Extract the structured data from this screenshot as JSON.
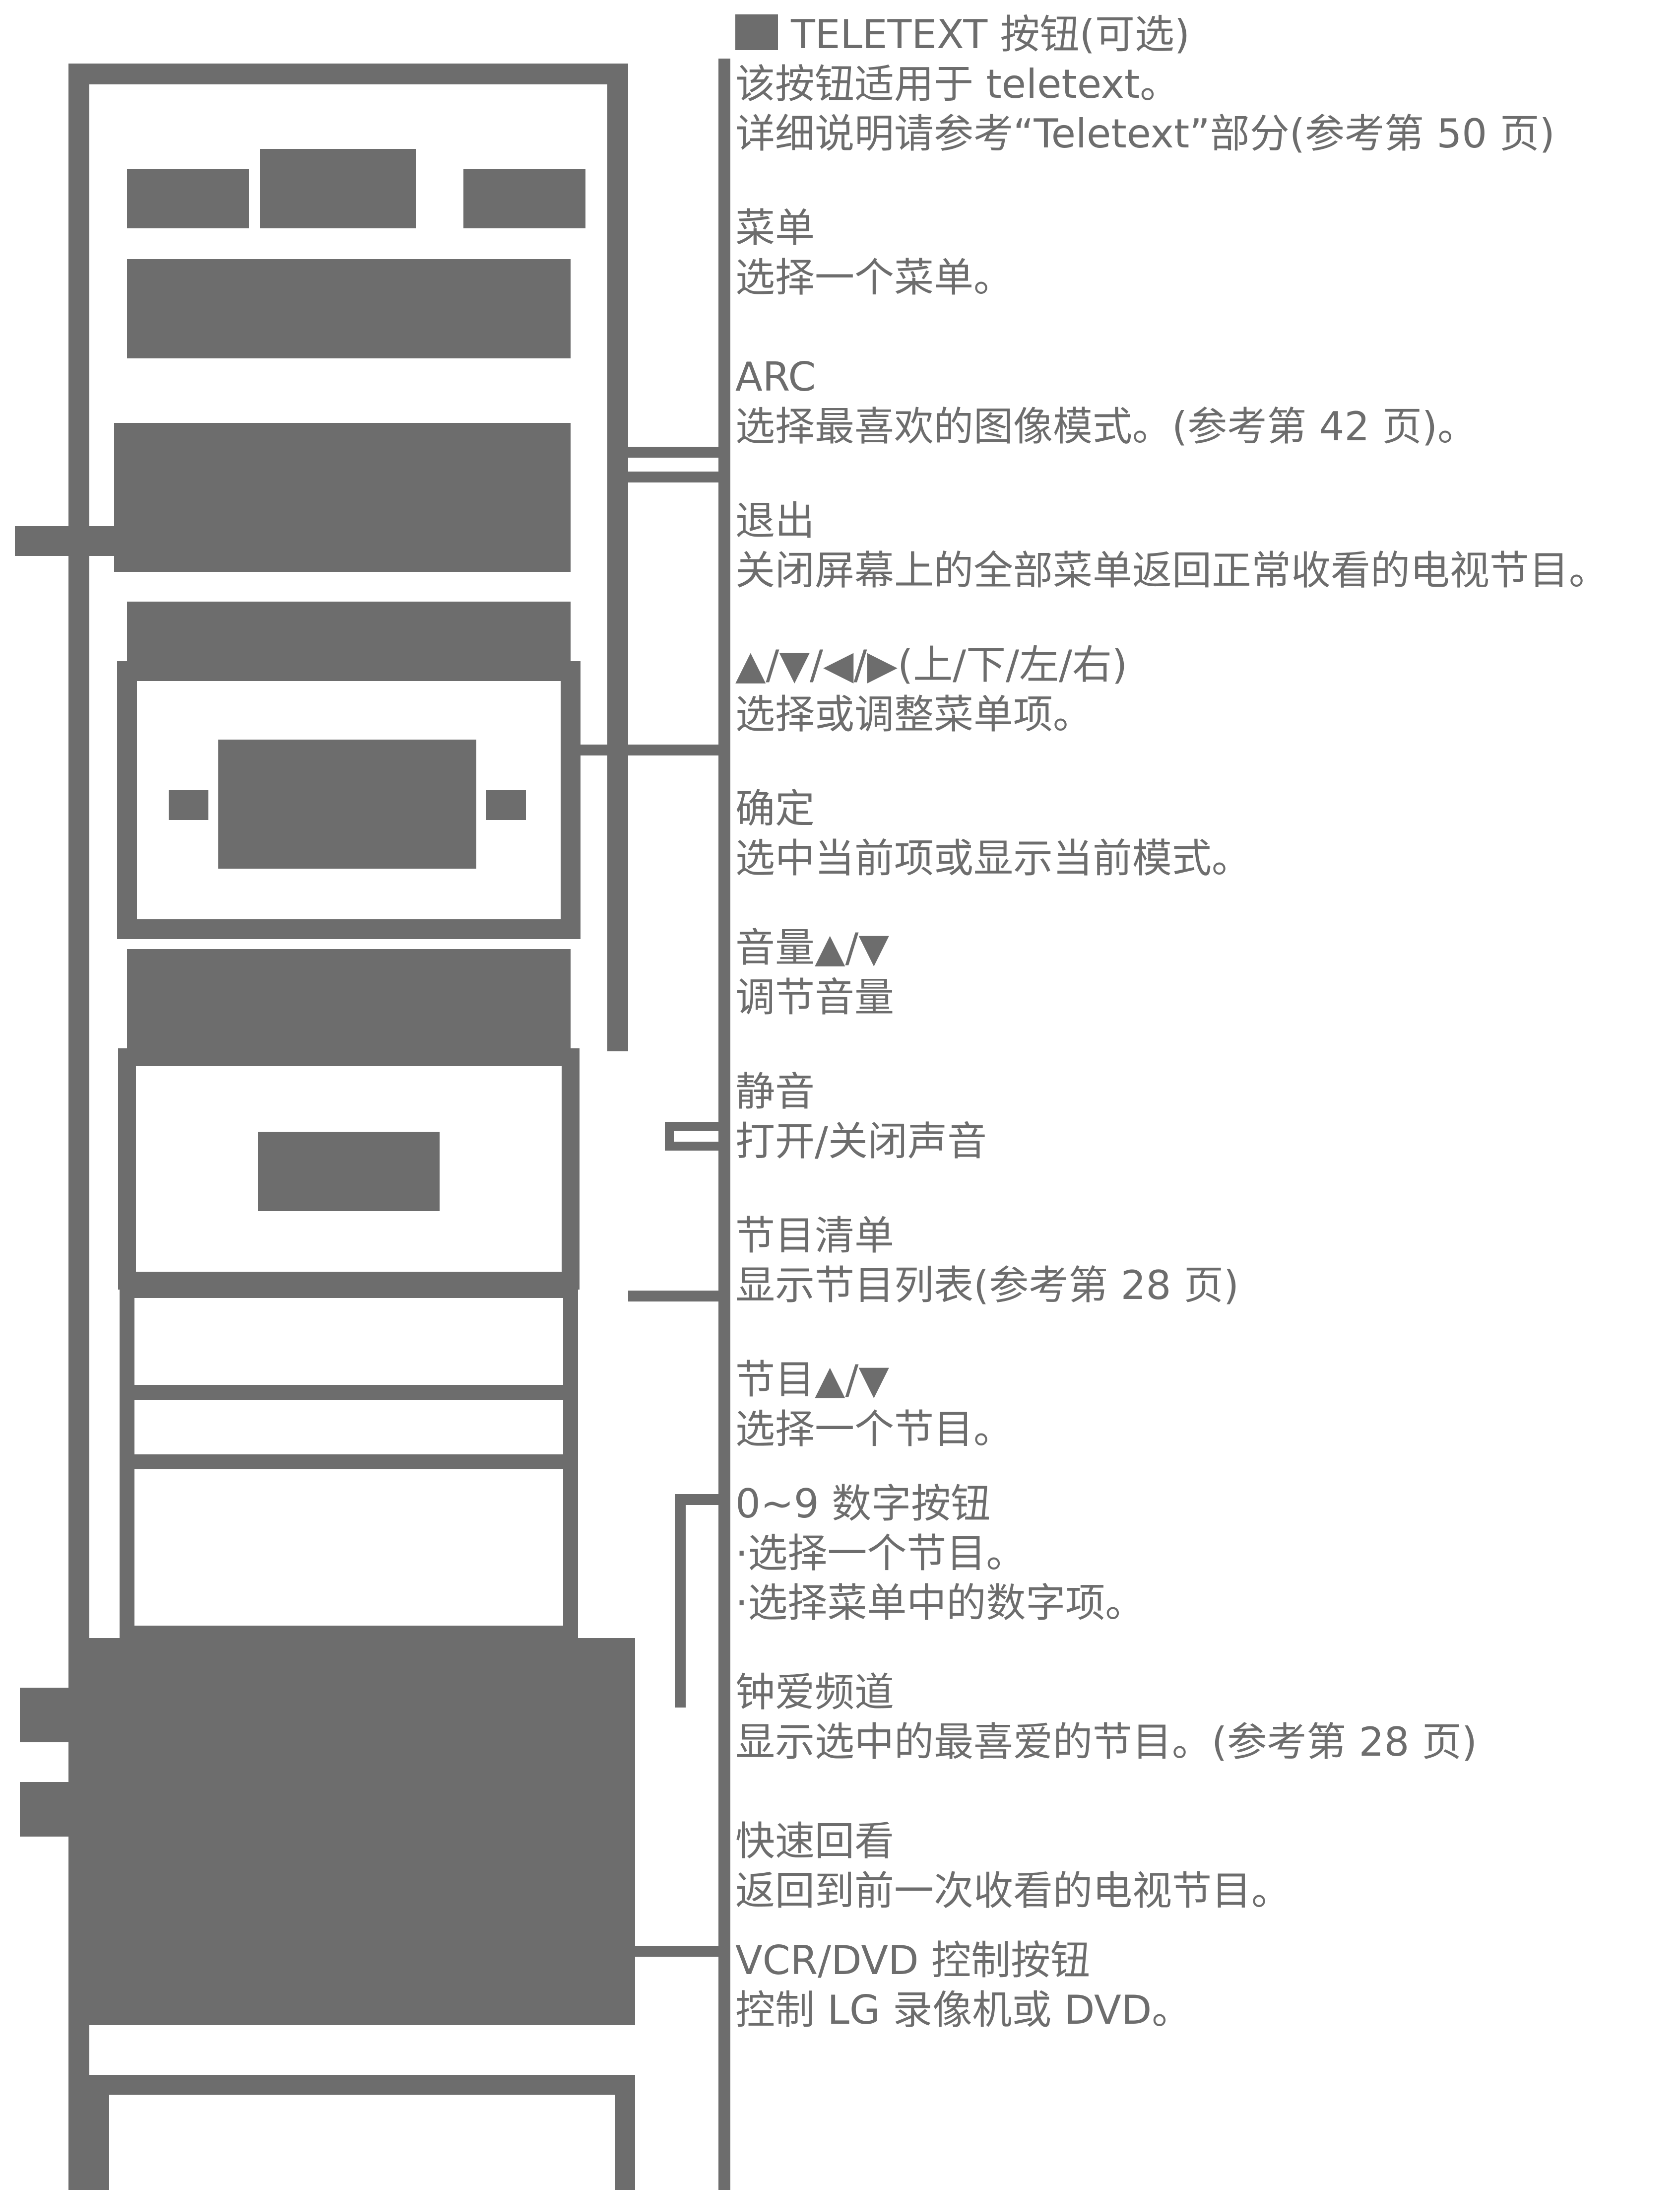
{
  "colors": {
    "ink": "#6d6d6d",
    "paper": "#ffffff"
  },
  "entries": [
    {
      "title": "TELETEXT 按钮(可选)",
      "lines": [
        "该按钮适用于 teletext。",
        "详细说明请参考“Teletext”部分(参考第 50 页)"
      ]
    },
    {
      "title": "菜单",
      "lines": [
        "选择一个菜单。"
      ]
    },
    {
      "title": "ARC",
      "lines": [
        "选择最喜欢的图像模式。(参考第 42 页)。"
      ]
    },
    {
      "title": "退出",
      "lines": [
        "关闭屏幕上的全部菜单返回正常收看的电视节目。"
      ]
    },
    {
      "title": "▲/▼/◀/▶(上/下/左/右)",
      "lines": [
        "选择或调整菜单项。"
      ]
    },
    {
      "title": "确定",
      "lines": [
        "选中当前项或显示当前模式。"
      ]
    },
    {
      "title": "音量▲/▼",
      "lines": [
        "调节音量"
      ]
    },
    {
      "title": "静音",
      "lines": [
        "打开/关闭声音"
      ]
    },
    {
      "title": "节目清单",
      "lines": [
        "显示节目列表(参考第 28 页)"
      ]
    },
    {
      "title": "节目▲/▼",
      "lines": [
        "选择一个节目。"
      ]
    },
    {
      "title": "0~9 数字按钮",
      "lines": [
        "·选择一个节目。",
        "·选择菜单中的数字项。"
      ]
    },
    {
      "title": "钟爱频道",
      "lines": [
        "显示选中的最喜爱的节目。(参考第 28 页)"
      ]
    },
    {
      "title": "快速回看",
      "lines": [
        "返回到前一次收看的电视节目。"
      ]
    },
    {
      "title": "VCR/DVD 控制按钮",
      "lines": [
        "控制 LG 录像机或 DVD。"
      ]
    }
  ]
}
